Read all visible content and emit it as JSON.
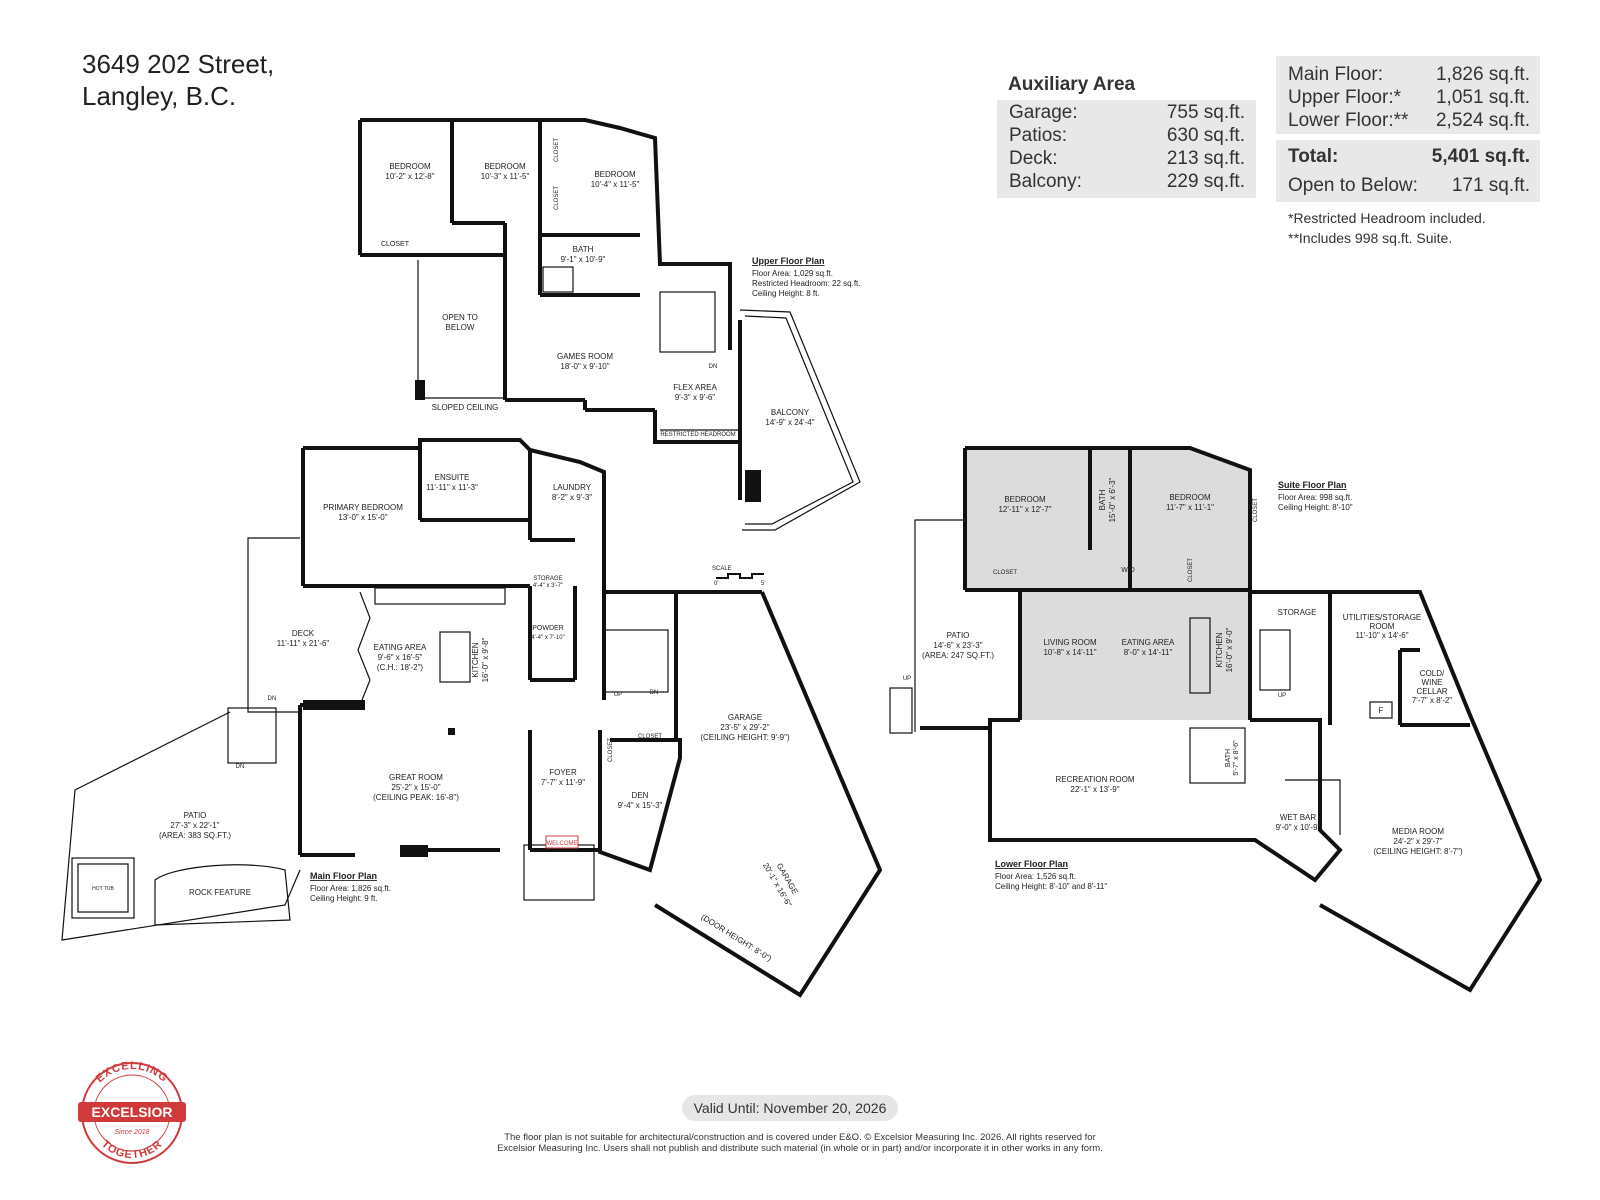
{
  "address": {
    "line1": "3649 202 Street,",
    "line2": "Langley, B.C."
  },
  "auxiliary": {
    "title": "Auxiliary Area",
    "rows": [
      {
        "label": "Garage:",
        "value": "755 sq.ft."
      },
      {
        "label": "Patios:",
        "value": "630 sq.ft."
      },
      {
        "label": "Deck:",
        "value": "213 sq.ft."
      },
      {
        "label": "Balcony:",
        "value": "229 sq.ft."
      }
    ]
  },
  "summary": {
    "floors": [
      {
        "label": "Main Floor:",
        "value": "1,826 sq.ft."
      },
      {
        "label": "Upper Floor:*",
        "value": "1,051 sq.ft."
      },
      {
        "label": "Lower Floor:**",
        "value": "2,524 sq.ft."
      }
    ],
    "total_label": "Total:",
    "total_value": "5,401 sq.ft.",
    "open_label": "Open to Below:",
    "open_value": "171 sq.ft.",
    "note1": "*Restricted Headroom included.",
    "note2": "**Includes 998 sq.ft. Suite."
  },
  "rooms": {
    "bed1": {
      "name": "BEDROOM",
      "dim": "10'-2\" x 12'-8\""
    },
    "bed2": {
      "name": "BEDROOM",
      "dim": "10'-3\" x 11'-5\""
    },
    "bed3": {
      "name": "BEDROOM",
      "dim": "10'-4\" x 11'-5\""
    },
    "closet_up1": "CLOSET",
    "closet_up2": "CLOSET",
    "closet_up3": "CLOSET",
    "bath_up": {
      "name": "BATH",
      "dim": "9'-1\" x 10'-9\""
    },
    "open_below": {
      "l1": "OPEN TO",
      "l2": "BELOW"
    },
    "sloped": "SLOPED CEILING",
    "games": {
      "name": "GAMES ROOM",
      "dim": "18'-0\" x 9'-10\""
    },
    "flex": {
      "name": "FLEX AREA",
      "dim": "9'-3\" x 9'-6\""
    },
    "restricted": "RESTRICTED HEADROOM",
    "balcony": {
      "name": "BALCONY",
      "dim": "14'-9\" x 24'-4\""
    },
    "dn_up": "DN",
    "primary": {
      "name": "PRIMARY BEDROOM",
      "dim": "13'-0\" x 15'-0\""
    },
    "ensuite": {
      "name": "ENSUITE",
      "dim": "11'-11\" x 11'-3\""
    },
    "laundry": {
      "name": "LAUNDRY",
      "dim": "8'-2\" x 9'-3\""
    },
    "storage_main": {
      "name": "STORAGE",
      "dim": "4'-4\" x 3'-7\""
    },
    "deck": {
      "name": "DECK",
      "dim": "11'-11\" x 21'-6\""
    },
    "eating_main": {
      "name": "EATING AREA",
      "dim": "9'-6\" x 16'-5\"",
      "ch": "(C.H.: 18'-2\")"
    },
    "kitchen_main": {
      "name": "KITCHEN",
      "dim": "16'-0\" x 9'-8\""
    },
    "powder": {
      "name": "POWDER",
      "dim": "4'-4\" x 7'-10\""
    },
    "great": {
      "name": "GREAT ROOM",
      "dim": "25'-2\" x 15'-0\"",
      "ch": "(CEILING PEAK: 16'-8\")"
    },
    "foyer": {
      "name": "FOYER",
      "dim": "7'-7\" x 11'-9\""
    },
    "welcome": "WELCOME",
    "den": {
      "name": "DEN",
      "dim": "9'-4\" x 15'-3\""
    },
    "closet_main1": "CLOSET",
    "closet_main2": "CLOSET",
    "garage_a": {
      "name": "GARAGE",
      "dim": "23'-5\" x 29'-2\"",
      "ch": "(CEILING HEIGHT: 9'-9\")"
    },
    "garage_b": {
      "name": "GARAGE",
      "dim": "20'-1\" x 16'-6\""
    },
    "door_height": "(DOOR HEIGHT: 8'-0\")",
    "patio_main": {
      "name": "PATIO",
      "dim": "27'-3\" x 22'-1\"",
      "area": "(AREA: 383 SQ.FT.)"
    },
    "hot_tub": "HOT TUB",
    "rock": "ROCK FEATURE",
    "up_main": "UP",
    "dn_main": "DN",
    "dn_main2": "DN",
    "dn_deck1": "DN",
    "dn_deck2": "DN",
    "bed_suite1": {
      "name": "BEDROOM",
      "dim": "12'-11\" x 12'-7\""
    },
    "bath_suite": {
      "name": "BATH",
      "dim": "15'-0\" x 6'-3\""
    },
    "bed_suite2": {
      "name": "BEDROOM",
      "dim": "11'-7\" x 11'-1\""
    },
    "closet_s1": "CLOSET",
    "closet_s2": "CLOSET",
    "closet_s3": "CLOSET",
    "wd": "W/D",
    "patio_low": {
      "name": "PATIO",
      "dim": "14'-6\" x 23'-3\"",
      "area": "(AREA: 247 SQ.FT.)"
    },
    "living": {
      "name": "LIVING ROOM",
      "dim": "10'-8\" x 14'-11\""
    },
    "eating_low": {
      "name": "EATING AREA",
      "dim": "8'-0\" x 14'-11\""
    },
    "kitchen_low": {
      "name": "KITCHEN",
      "dim": "16'-0\" x 9'-0\""
    },
    "storage_low": "STORAGE",
    "utilities": {
      "l1": "UTILITIES/STORAGE",
      "l2": "ROOM",
      "dim": "11'-10\" x 14'-6\""
    },
    "cold": {
      "l1": "COLD/",
      "l2": "WINE",
      "l3": "CELLAR",
      "dim": "7'-7\" x 8'-2\""
    },
    "f_mark": "F",
    "up_low1": "UP",
    "up_low2": "UP",
    "rec": {
      "name": "RECREATION ROOM",
      "dim": "22'-1\" x 13'-9\""
    },
    "bath_low": {
      "name": "BATH",
      "dim": "5'-7\" x 8'-6\""
    },
    "wetbar": {
      "name": "WET BAR",
      "dim": "9'-0\" x 10'-9\""
    },
    "media": {
      "name": "MEDIA ROOM",
      "dim": "24'-2\" x 29'-7\"",
      "ch": "(CEILING HEIGHT: 8'-7\")"
    }
  },
  "plans": {
    "upper": {
      "title": "Upper Floor Plan",
      "l1": "Floor Area: 1,029 sq.ft.",
      "l2": "Restricted Headroom: 22 sq.ft.",
      "l3": "Ceiling Height: 8 ft."
    },
    "main": {
      "title": "Main Floor Plan",
      "l1": "Floor Area: 1,826 sq.ft.",
      "l2": "Ceiling Height: 9 ft."
    },
    "suite": {
      "title": "Suite Floor Plan",
      "l1": "Floor Area: 998 sq.ft.",
      "l2": "Ceiling Height: 8'-10\""
    },
    "lower": {
      "title": "Lower Floor Plan",
      "l1": "Floor Area: 1,526 sq.ft.",
      "l2": "Ceiling Height: 8'-10\" and 8'-11\""
    }
  },
  "scale": {
    "label": "SCALE",
    "zero": "0'",
    "five": "5'"
  },
  "logo": {
    "top": "EXCELLING",
    "name": "EXCELSIOR",
    "since": "Since 2018",
    "bottom": "TOGETHER"
  },
  "valid_until": "Valid Until: November 20, 2026",
  "disclaimer": {
    "l1": "The floor plan is not suitable for architectural/construction and is covered under E&O. © Excelsior Measuring Inc. 2026. All rights reserved for",
    "l2": "Excelsior Measuring Inc. Users shall not publish and distribute such material (in whole or in part) and/or incorporate it in other works in any form."
  },
  "colors": {
    "wall": "#111111",
    "suite_fill": "#dcdcdc",
    "summary_bg": "#e8e8e8",
    "logo_red": "#d03a3a"
  }
}
